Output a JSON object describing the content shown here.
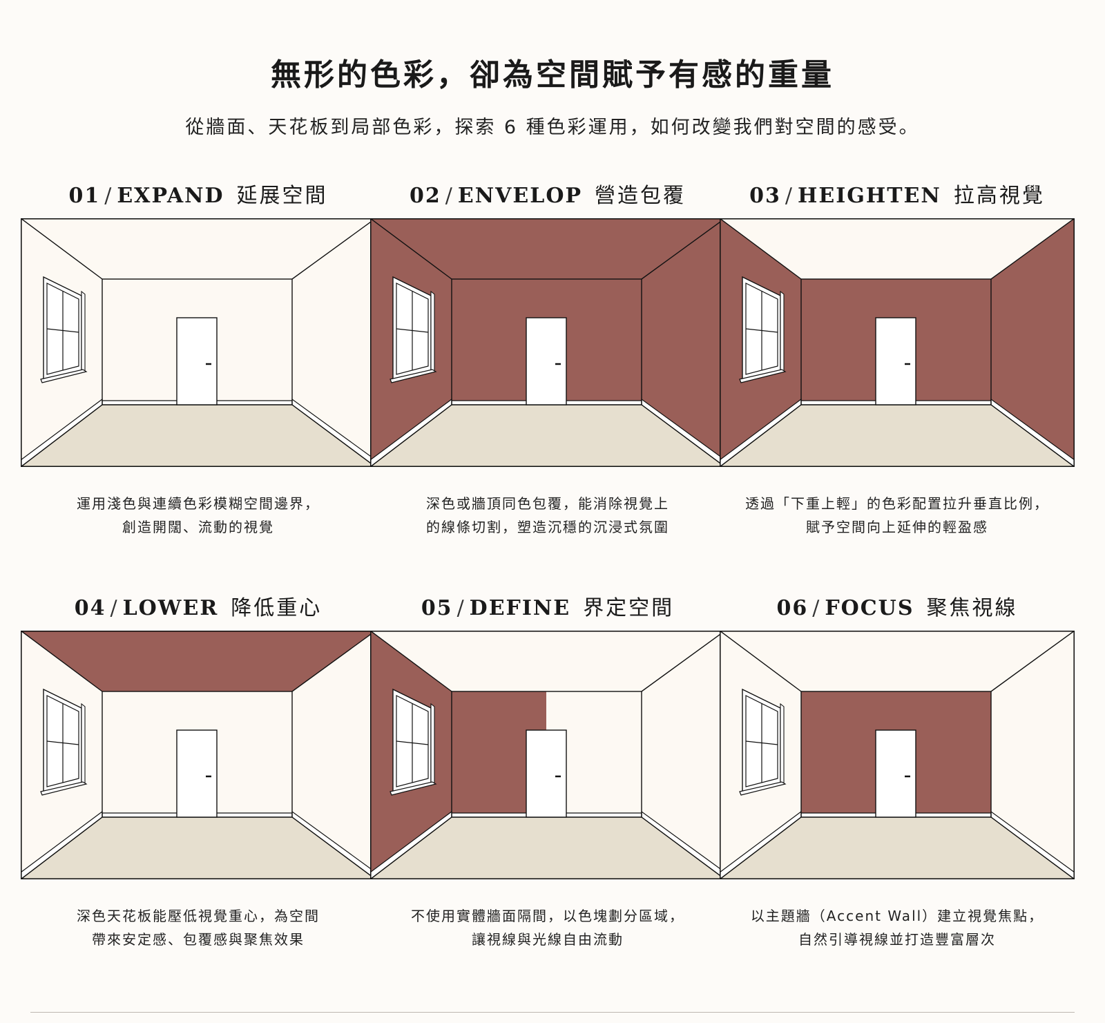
{
  "title": "無形的色彩，卻為空間賦予有感的重量",
  "subtitle": "從牆面、天花板到局部色彩，探索 6 種色彩運用，如何改變我們對空間的感受。",
  "colors": {
    "light": "#fdf9f3",
    "accent": "#9a5f58",
    "floor": "#e6dfcf",
    "line": "#111111",
    "background": "#fdfbf8"
  },
  "panels": [
    {
      "num": "01",
      "slash": "/",
      "en": "EXPAND",
      "zh": "延展空間",
      "caption_line1": "運用淺色與連續色彩模糊空間邊界，",
      "caption_line2": "創造開闊、流動的視覺",
      "painted": {
        "ceiling": false,
        "left_wall": false,
        "right_wall": false,
        "back_wall_left": false,
        "back_wall_right": false
      }
    },
    {
      "num": "02",
      "slash": "/",
      "en": "ENVELOP",
      "zh": "營造包覆",
      "caption_line1": "深色或牆頂同色包覆，能消除視覺上",
      "caption_line2": "的線條切割，塑造沉穩的沉浸式氛圍",
      "painted": {
        "ceiling": true,
        "left_wall": true,
        "right_wall": true,
        "back_wall_left": true,
        "back_wall_right": true
      }
    },
    {
      "num": "03",
      "slash": "/",
      "en": "HEIGHTEN",
      "zh": "拉高視覺",
      "caption_line1": "透過「下重上輕」的色彩配置拉升垂直比例，",
      "caption_line2": "賦予空間向上延伸的輕盈感",
      "painted": {
        "ceiling": false,
        "left_wall": true,
        "right_wall": true,
        "back_wall_left": true,
        "back_wall_right": true
      }
    },
    {
      "num": "04",
      "slash": "/",
      "en": "LOWER",
      "zh": "降低重心",
      "caption_line1": "深色天花板能壓低視覺重心，為空間",
      "caption_line2": "帶來安定感、包覆感與聚焦效果",
      "painted": {
        "ceiling": true,
        "left_wall": false,
        "right_wall": false,
        "back_wall_left": false,
        "back_wall_right": false
      }
    },
    {
      "num": "05",
      "slash": "/",
      "en": "DEFINE",
      "zh": "界定空間",
      "caption_line1": "不使用實體牆面隔間，以色塊劃分區域，",
      "caption_line2": "讓視線與光線自由流動",
      "painted": {
        "ceiling": false,
        "left_wall": true,
        "right_wall": false,
        "back_wall_left": true,
        "back_wall_right": false
      }
    },
    {
      "num": "06",
      "slash": "/",
      "en": "FOCUS",
      "zh": "聚焦視線",
      "caption_line1": "以主題牆（Accent Wall）建立視覺焦點，",
      "caption_line2": "自然引導視線並打造豐富層次",
      "painted": {
        "ceiling": false,
        "left_wall": false,
        "right_wall": false,
        "back_wall_left": true,
        "back_wall_right": true
      }
    }
  ]
}
